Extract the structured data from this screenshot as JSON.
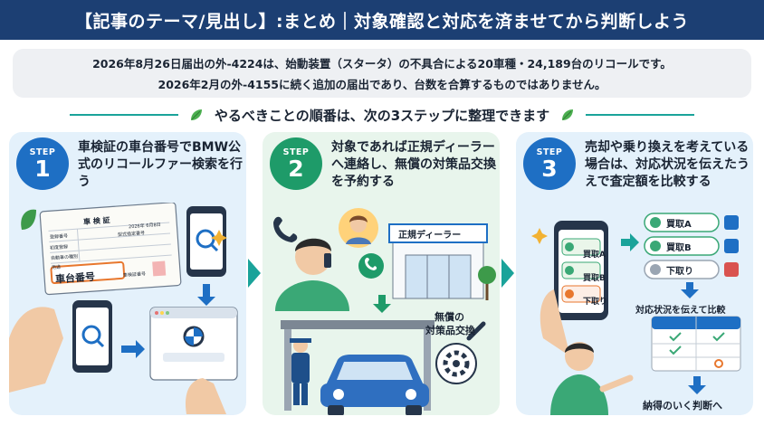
{
  "header": {
    "title": "【記事のテーマ/見出し】:まとめ｜対象確認と対応を済ませてから判断しよう"
  },
  "summary": {
    "line1": "2026年8月26日届出の外-4224は、始動装置（スタータ）の不具合による20車種・24,189台のリコールです。",
    "line2": "2026年2月の外-4155に続く追加の届出であり、台数を合算するものではありません。"
  },
  "steps_heading": "やるべきことの順番は、次の3ステップに整理できます",
  "steps": [
    {
      "label": "STEP",
      "number": "1",
      "text": "車検証の車台番号でBMW公式のリコールファー検索を行う",
      "doc_title": "車 検 証",
      "doc_date": "2026年 6月8日",
      "doc_rows": [
        "登録番号",
        "初度登録",
        "自動車の種別",
        "用途"
      ],
      "doc_row_extra": "型式指定番号",
      "chassis_label": "車台番号",
      "seal_label": "車検証番号"
    },
    {
      "label": "STEP",
      "number": "2",
      "text": "対象であれば正規ディーラーへ連絡し、無償の対策品交換を予約する",
      "dealer_sign": "正規ディーラー",
      "free_label_1": "無償の",
      "free_label_2": "対策品交換"
    },
    {
      "label": "STEP",
      "number": "3",
      "text": "売却や乗り換えを考えている場合は、対応状況を伝えたうえで査定額を比較する",
      "phone_options": [
        "買取A",
        "買取B",
        "下取り"
      ],
      "options": [
        "買取A",
        "買取B",
        "下取り"
      ],
      "compare_label": "対応状況を伝えて比較",
      "final_label": "納得のいく判断へ"
    }
  ],
  "colors": {
    "navy": "#1c3f73",
    "teal": "#1aa39a",
    "blue": "#1e6fc4",
    "green": "#1e9b69",
    "orange": "#e8772e"
  }
}
